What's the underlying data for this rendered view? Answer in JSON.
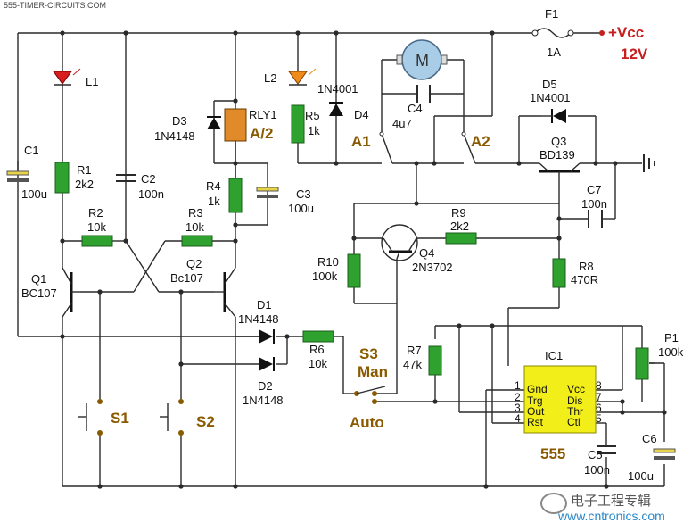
{
  "site_label": "555-TIMER-CIRCUITS.COM",
  "supply": {
    "fuse": "F1",
    "fuse_value": "1A",
    "vcc": "+Vcc",
    "voltage": "12V"
  },
  "components": {
    "L1": "L1",
    "L2": "L2",
    "C1": "C1",
    "C1_val": "100u",
    "R1": "R1",
    "R1_val": "2k2",
    "C2": "C2",
    "C2_val": "100n",
    "R2": "R2",
    "R2_val": "10k",
    "R3": "R3",
    "R3_val": "10k",
    "Q1": "Q1",
    "Q1_val": "BC107",
    "Q2": "Q2",
    "Q2_val": "Bc107",
    "D3": "D3",
    "D3_val": "1N4148",
    "RLY1": "RLY1",
    "RLY1_contact": "A/2",
    "R4": "R4",
    "R4_val": "1k",
    "C3": "C3",
    "C3_val": "100u",
    "R5": "R5",
    "R5_val": "1k",
    "D4": "D4",
    "D4_val": "1N4001",
    "C4": "C4",
    "C4_val": "4u7",
    "A1": "A1",
    "A2": "A2",
    "D5": "D5",
    "D5_val": "1N4001",
    "Q3": "Q3",
    "Q3_val": "BD139",
    "C7": "C7",
    "C7_val": "100n",
    "R9": "R9",
    "R9_val": "2k2",
    "Q4": "Q4",
    "Q4_val": "2N3702",
    "R10": "R10",
    "R10_val": "100k",
    "R8": "R8",
    "R8_val": "470R",
    "D1": "D1",
    "D1_val": "1N4148",
    "D2": "D2",
    "D2_val": "1N4148",
    "R6": "R6",
    "R6_val": "10k",
    "S3": "S3",
    "S3_man": "Man",
    "S3_auto": "Auto",
    "R7": "R7",
    "R7_val": "47k",
    "IC1": "IC1",
    "IC1_val": "555",
    "P1": "P1",
    "P1_val": "100k",
    "C5": "C5",
    "C5_val": "100n",
    "C6": "C6",
    "C6_val": "100u",
    "S1": "S1",
    "S2": "S2"
  },
  "ic_pins": {
    "p1": "1",
    "p2": "2",
    "p3": "3",
    "p4": "4",
    "p5": "5",
    "p6": "6",
    "p7": "7",
    "p8": "8",
    "gnd": "Gnd",
    "trg": "Trg",
    "out": "Out",
    "rst": "Rst",
    "vcc": "Vcc",
    "dis": "Dis",
    "thr": "Thr",
    "ctl": "Ctl"
  },
  "watermark": {
    "cn": "电子工程专辑",
    "url": "www.cntronics.com"
  },
  "colors": {
    "resistor": "#2fa12f",
    "relay": "#e08a2a",
    "ic": "#f2ee1a",
    "motor": "#a9cde6",
    "led_red": "#d81e1e",
    "led_orange": "#f08a1a",
    "capacitor": "#e8d44a"
  }
}
